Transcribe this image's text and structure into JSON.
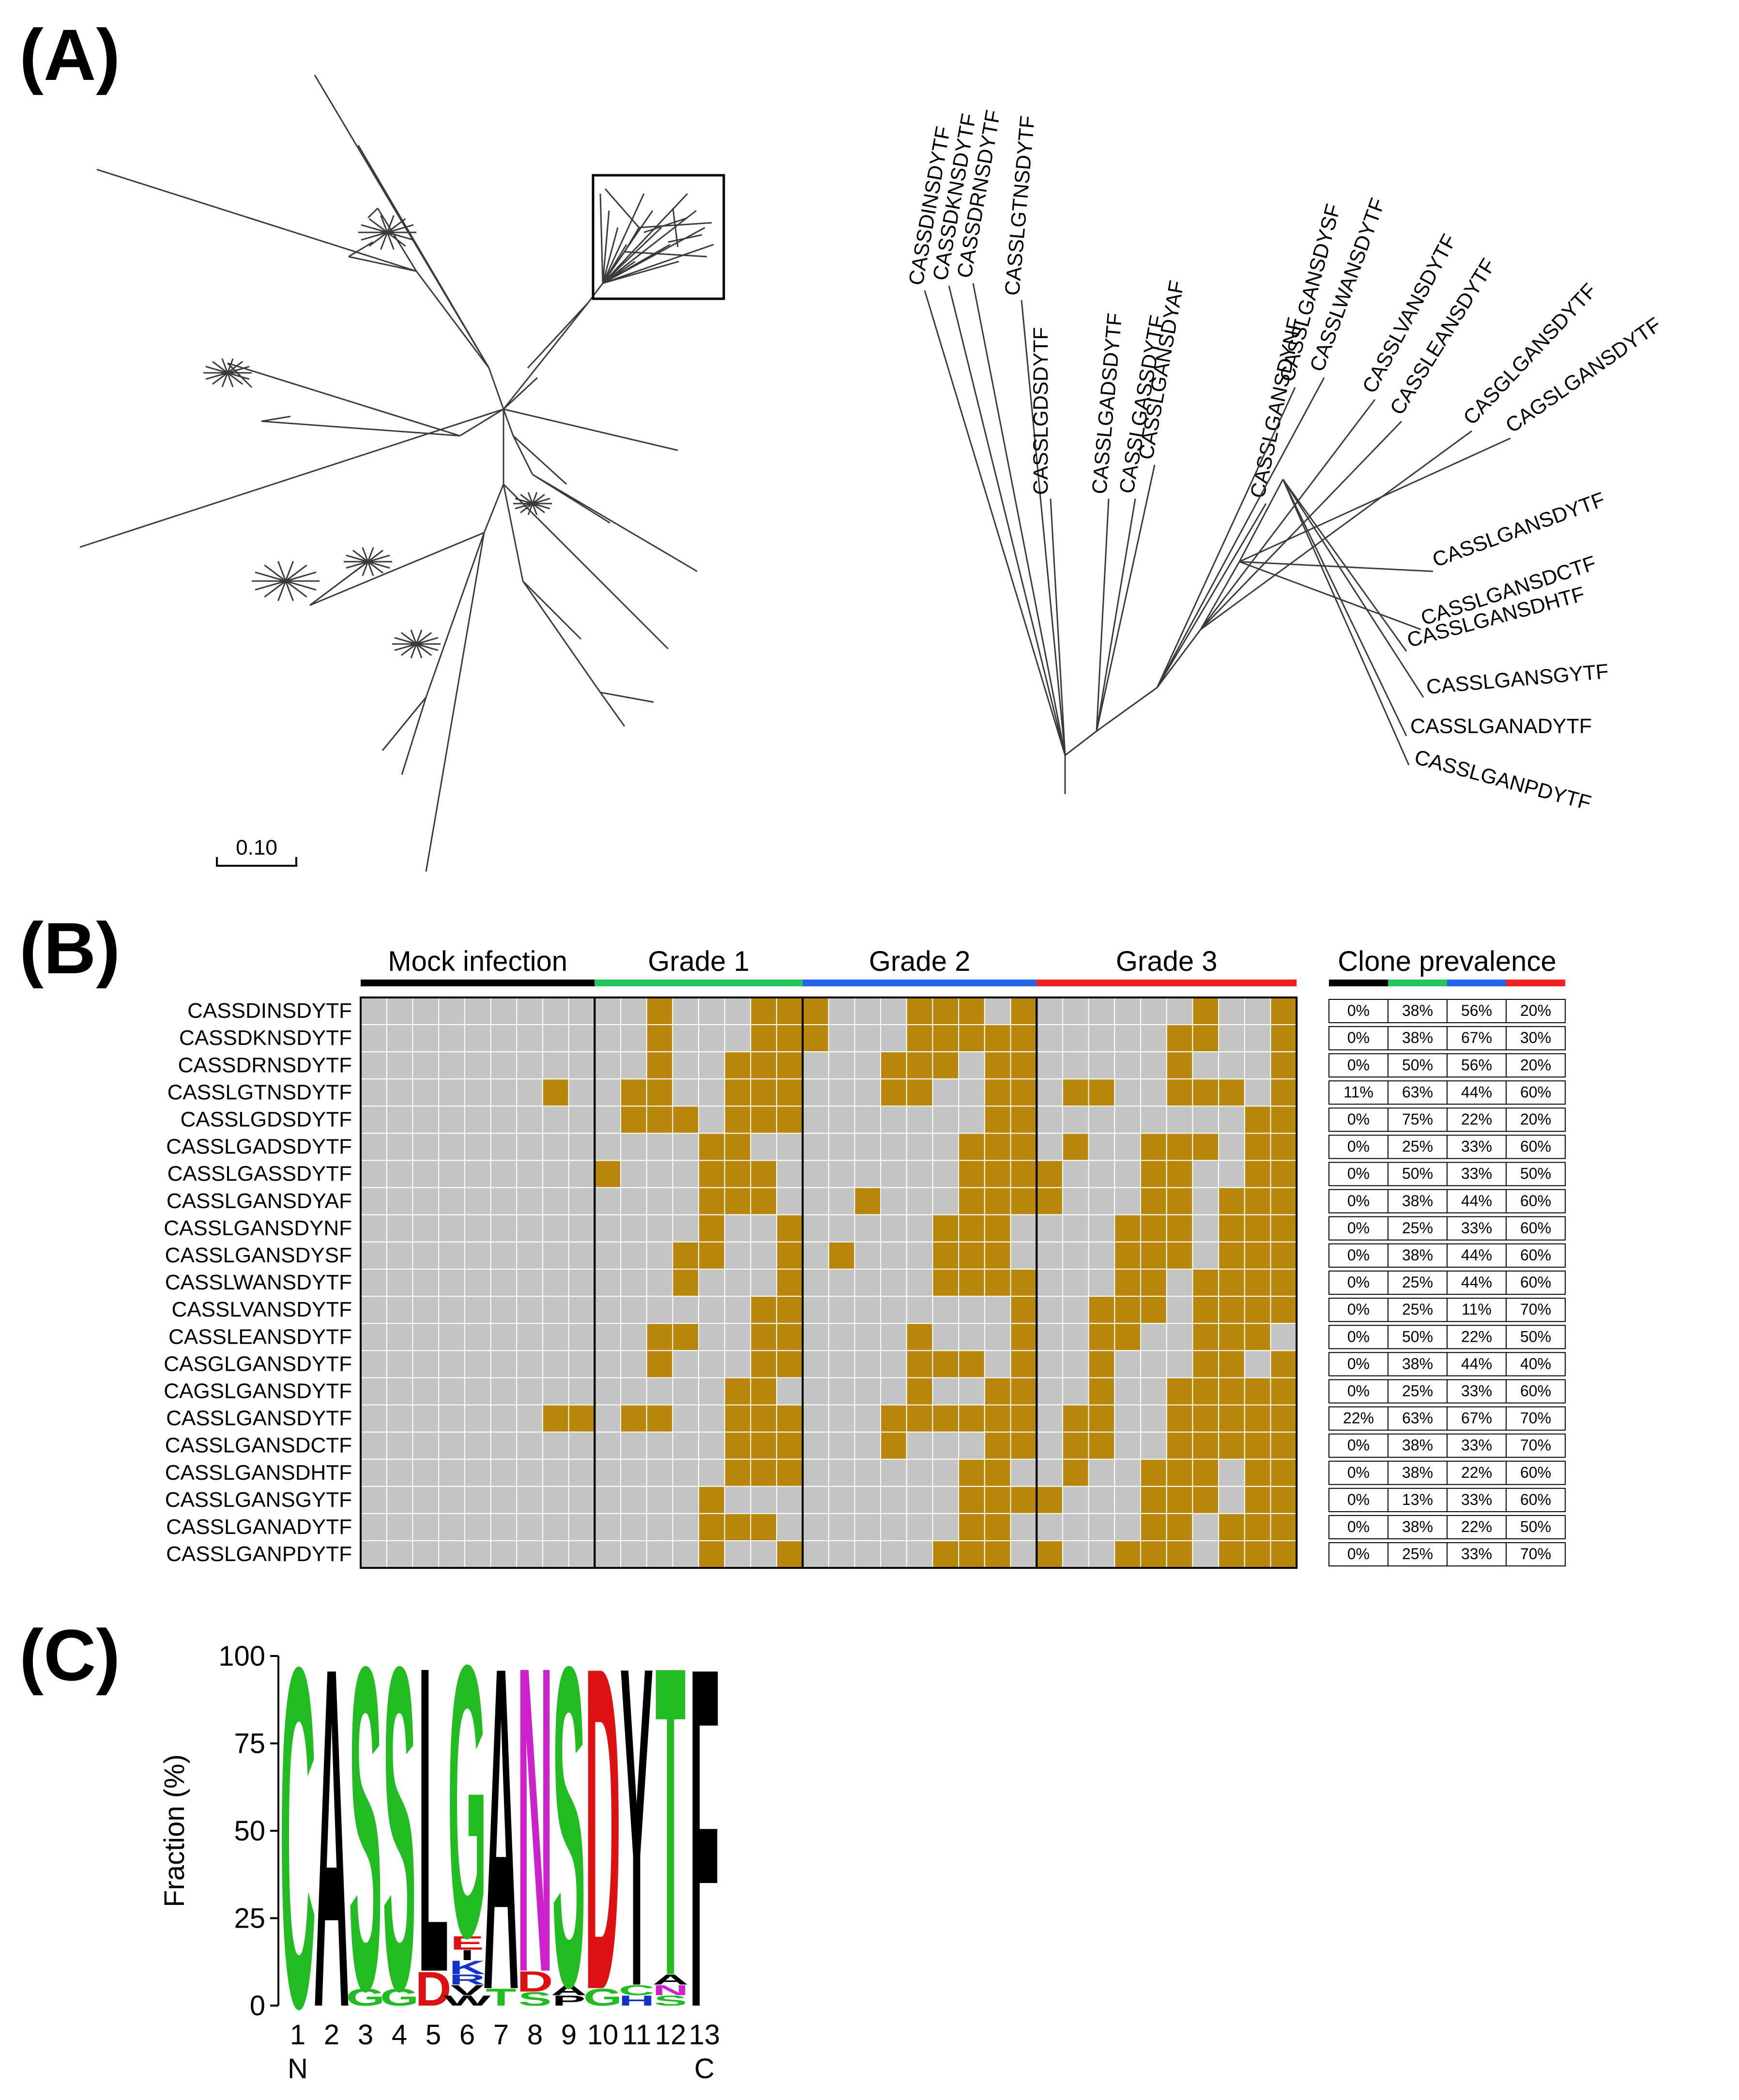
{
  "panels": {
    "a_label": "(A)",
    "b_label": "(B)",
    "c_label": "(C)"
  },
  "tree": {
    "scale_label": "0.10",
    "zoom_leaves": [
      "CASSDINSDYTF",
      "CASSDKNSDYTF",
      "CASSDRNSDYTF",
      "CASSLGTNSDYTF",
      "CASSLGDSDYTF",
      "CASSLGADSDYTF",
      "CASSLGASSDYTF",
      "CASSLGANSDYAF",
      "CASSLGANSDYNF",
      "CASSLGANSDYSF",
      "CASSLWANSDYTF",
      "CASSLVANSDYTF",
      "CASSLEANSDYTF",
      "CASGLGANSDYTF",
      "CAGSLGANSDYTF",
      "CASSLGANSDYTF",
      "CASSLGANSDCTF",
      "CASSLGANSDHTF",
      "CASSLGANSGYTF",
      "CASSLGANADYTF",
      "CASSLGANPDYTF"
    ]
  },
  "heatmap": {
    "groups": [
      {
        "name": "Mock infection",
        "color": "#000000",
        "samples": 9
      },
      {
        "name": "Grade 1",
        "color": "#22c55e",
        "samples": 8
      },
      {
        "name": "Grade 2",
        "color": "#2563eb",
        "samples": 9
      },
      {
        "name": "Grade 3",
        "color": "#ef2020",
        "samples": 10
      }
    ],
    "prevalence_title": "Clone prevalence",
    "present_color": "#b8860b",
    "absent_color": "#c4c4c4",
    "rows": [
      {
        "label": "CASSDINSDYTF",
        "prevalence": [
          "0%",
          "38%",
          "56%",
          "20%"
        ]
      },
      {
        "label": "CASSDKNSDYTF",
        "prevalence": [
          "0%",
          "38%",
          "67%",
          "30%"
        ]
      },
      {
        "label": "CASSDRNSDYTF",
        "prevalence": [
          "0%",
          "50%",
          "56%",
          "20%"
        ]
      },
      {
        "label": "CASSLGTNSDYTF",
        "prevalence": [
          "11%",
          "63%",
          "44%",
          "60%"
        ]
      },
      {
        "label": "CASSLGDSDYTF",
        "prevalence": [
          "0%",
          "75%",
          "22%",
          "20%"
        ]
      },
      {
        "label": "CASSLGADSDYTF",
        "prevalence": [
          "0%",
          "25%",
          "33%",
          "60%"
        ]
      },
      {
        "label": "CASSLGASSDYTF",
        "prevalence": [
          "0%",
          "50%",
          "33%",
          "50%"
        ]
      },
      {
        "label": "CASSLGANSDYAF",
        "prevalence": [
          "0%",
          "38%",
          "44%",
          "60%"
        ]
      },
      {
        "label": "CASSLGANSDYNF",
        "prevalence": [
          "0%",
          "25%",
          "33%",
          "60%"
        ]
      },
      {
        "label": "CASSLGANSDYSF",
        "prevalence": [
          "0%",
          "38%",
          "44%",
          "60%"
        ]
      },
      {
        "label": "CASSLWANSDYTF",
        "prevalence": [
          "0%",
          "25%",
          "44%",
          "60%"
        ]
      },
      {
        "label": "CASSLVANSDYTF",
        "prevalence": [
          "0%",
          "25%",
          "11%",
          "70%"
        ]
      },
      {
        "label": "CASSLEANSDYTF",
        "prevalence": [
          "0%",
          "50%",
          "22%",
          "50%"
        ]
      },
      {
        "label": "CASGLGANSDYTF",
        "prevalence": [
          "0%",
          "38%",
          "44%",
          "40%"
        ]
      },
      {
        "label": "CAGSLGANSDYTF",
        "prevalence": [
          "0%",
          "25%",
          "33%",
          "60%"
        ]
      },
      {
        "label": "CASSLGANSDYTF",
        "prevalence": [
          "22%",
          "63%",
          "67%",
          "70%"
        ]
      },
      {
        "label": "CASSLGANSDCTF",
        "prevalence": [
          "0%",
          "38%",
          "33%",
          "70%"
        ]
      },
      {
        "label": "CASSLGANSDHTF",
        "prevalence": [
          "0%",
          "38%",
          "22%",
          "60%"
        ]
      },
      {
        "label": "CASSLGANSGYTF",
        "prevalence": [
          "0%",
          "13%",
          "33%",
          "60%"
        ]
      },
      {
        "label": "CASSLGANADYTF",
        "prevalence": [
          "0%",
          "38%",
          "22%",
          "50%"
        ]
      },
      {
        "label": "CASSLGANPDYTF",
        "prevalence": [
          "0%",
          "25%",
          "33%",
          "70%"
        ]
      }
    ]
  },
  "chart_data": {
    "type": "sequence-logo",
    "title": "",
    "ylabel": "Fraction (%)",
    "ylim": [
      0,
      100
    ],
    "yticks": [
      "0",
      "25",
      "50",
      "75",
      "100"
    ],
    "positions": [
      "1",
      "2",
      "3",
      "4",
      "5",
      "6",
      "7",
      "8",
      "9",
      "10",
      "11",
      "12",
      "13"
    ],
    "n_label": "N",
    "c_label": "C",
    "colors": {
      "G": "#22bb22",
      "S": "#22bb22",
      "T": "#22bb22",
      "C": "#22bb22",
      "A": "#000000",
      "L": "#000000",
      "F": "#000000",
      "V": "#000000",
      "W": "#000000",
      "P": "#000000",
      "D": "#dd1111",
      "E": "#dd1111",
      "K": "#1133cc",
      "R": "#1133cc",
      "H": "#1133cc",
      "N": "#cc22cc"
    },
    "stacks": [
      [
        {
          "letter": "C",
          "value": 100
        }
      ],
      [
        {
          "letter": "A",
          "value": 100
        }
      ],
      [
        {
          "letter": "G",
          "value": 5
        },
        {
          "letter": "S",
          "value": 95
        }
      ],
      [
        {
          "letter": "G",
          "value": 5
        },
        {
          "letter": "S",
          "value": 95
        }
      ],
      [
        {
          "letter": "D",
          "value": 10
        },
        {
          "letter": "L",
          "value": 90
        }
      ],
      [
        {
          "letter": "W",
          "value": 3
        },
        {
          "letter": "V",
          "value": 3
        },
        {
          "letter": "R",
          "value": 3
        },
        {
          "letter": "K",
          "value": 4
        },
        {
          "letter": "I",
          "value": 3
        },
        {
          "letter": "E",
          "value": 4
        },
        {
          "letter": "G",
          "value": 80
        }
      ],
      [
        {
          "letter": "T",
          "value": 5
        },
        {
          "letter": "A",
          "value": 95
        }
      ],
      [
        {
          "letter": "S",
          "value": 4
        },
        {
          "letter": "D",
          "value": 6
        },
        {
          "letter": "N",
          "value": 90
        }
      ],
      [
        {
          "letter": "P",
          "value": 3
        },
        {
          "letter": "A",
          "value": 3
        },
        {
          "letter": "S",
          "value": 94
        }
      ],
      [
        {
          "letter": "G",
          "value": 5
        },
        {
          "letter": "D",
          "value": 95
        }
      ],
      [
        {
          "letter": "H",
          "value": 3
        },
        {
          "letter": "C",
          "value": 3
        },
        {
          "letter": "Y",
          "value": 94
        }
      ],
      [
        {
          "letter": "S",
          "value": 3
        },
        {
          "letter": "N",
          "value": 3
        },
        {
          "letter": "A",
          "value": 3
        },
        {
          "letter": "T",
          "value": 91
        }
      ],
      [
        {
          "letter": "F",
          "value": 100
        }
      ]
    ]
  }
}
